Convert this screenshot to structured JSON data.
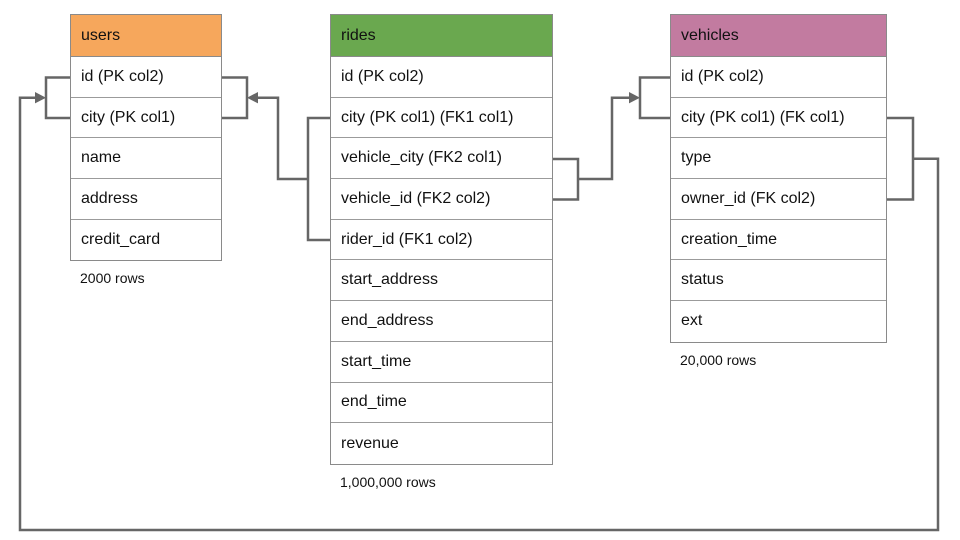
{
  "diagram": {
    "connector_color": "#666666",
    "tables": [
      {
        "name": "users",
        "header_color": "#F6A75C",
        "columns": [
          "id (PK col2)",
          "city (PK col1)",
          "name",
          "address",
          "credit_card"
        ],
        "row_count_label": "2000 rows"
      },
      {
        "name": "rides",
        "header_color": "#6AA84F",
        "columns": [
          "id (PK col2)",
          "city (PK col1) (FK1 col1)",
          "vehicle_city (FK2 col1)",
          "vehicle_id (FK2 col2)",
          "rider_id (FK1 col2)",
          "start_address",
          "end_address",
          "start_time",
          "end_time",
          "revenue"
        ],
        "row_count_label": "1,000,000 rows"
      },
      {
        "name": "vehicles",
        "header_color": "#C27BA0",
        "columns": [
          "id (PK col2)",
          "city (PK col1) (FK col1)",
          "type",
          "owner_id (FK col2)",
          "creation_time",
          "status",
          "ext"
        ],
        "row_count_label": "20,000 rows"
      }
    ],
    "relationships": [
      {
        "from": "rides (city FK1 col1, rider_id FK1 col2)",
        "to": "users (id PK col2, city PK col1)"
      },
      {
        "from": "rides (vehicle_city FK2 col1, vehicle_id FK2 col2)",
        "to": "vehicles (id PK col2, city PK col1)"
      },
      {
        "from": "vehicles (city FK col1, owner_id FK col2)",
        "to": "users (id PK col2, city PK col1)"
      }
    ]
  }
}
